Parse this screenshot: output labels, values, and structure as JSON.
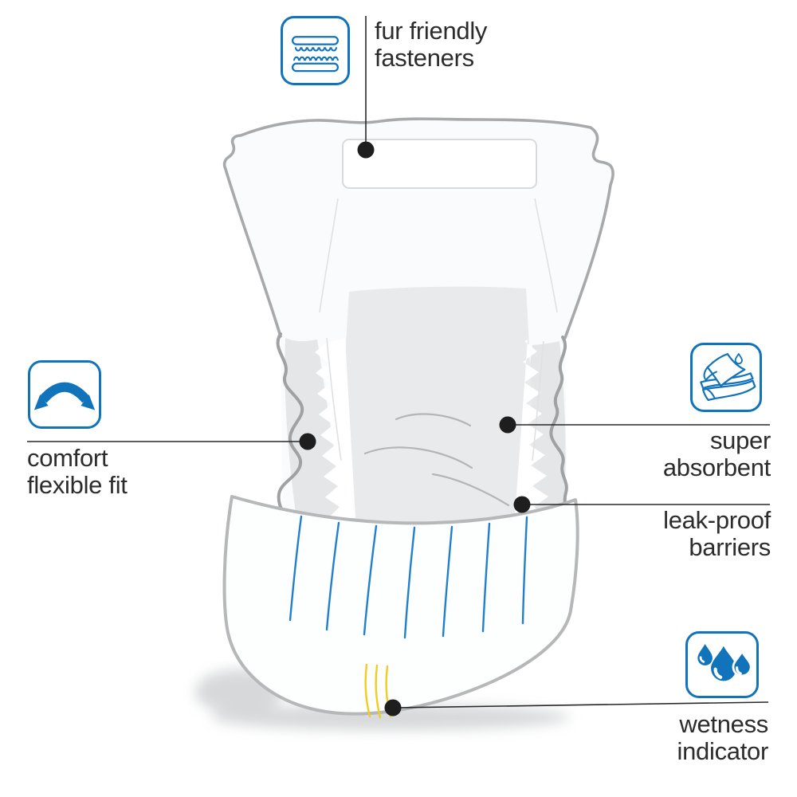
{
  "callouts": {
    "fasteners": {
      "line1": "fur friendly",
      "line2": "fasteners",
      "icon": "fasteners-icon"
    },
    "comfort": {
      "line1": "comfort",
      "line2": "flexible fit",
      "icon": "flex-arrow-icon"
    },
    "absorbent": {
      "line1": "super",
      "line2": "absorbent",
      "icon": "absorbent-layers-icon"
    },
    "barriers": {
      "line1": "leak-proof",
      "line2": "barriers"
    },
    "wetness": {
      "line1": "wetness",
      "line2": "indicator",
      "icon": "water-drops-icon"
    }
  },
  "colors": {
    "accent_blue": "#1173ba",
    "elastic_blue": "#2180cb",
    "indicator_yellow": "#f0cd1f",
    "callout_line": "#282828",
    "text": "#2c2c2c",
    "outline_gray": "#a7a9ab",
    "core_gray": "#e9eaeb"
  }
}
